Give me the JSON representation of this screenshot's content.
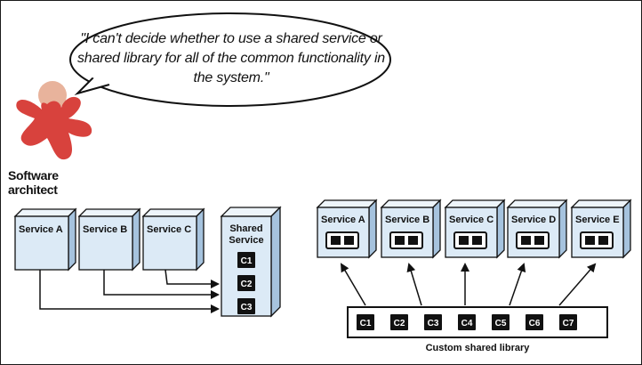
{
  "quote": "\"I can't decide whether to use a shared service or shared library for all of the common functionality in the system.\"",
  "actor": {
    "label": "Software architect",
    "head_color": "#e8b39c",
    "body_color": "#d8423d"
  },
  "colors": {
    "box_fill": "#dceaf6",
    "box_side": "#a6c3de",
    "box_top": "#eef5fb",
    "dark": "#111111"
  },
  "shared_service": {
    "title": "Shared Service",
    "clients": [
      "Service A",
      "Service B",
      "Service C"
    ],
    "components": [
      "C1",
      "C2",
      "C3"
    ]
  },
  "shared_library": {
    "services": [
      "Service A",
      "Service B",
      "Service C",
      "Service D",
      "Service E"
    ],
    "components": [
      "C1",
      "C2",
      "C3",
      "C4",
      "C5",
      "C6",
      "C7"
    ],
    "caption": "Custom shared library"
  }
}
